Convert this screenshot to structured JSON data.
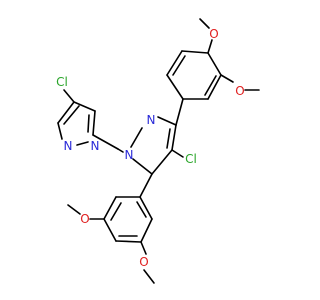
{
  "molecule": {
    "atoms": {
      "cl_pyrazole_left": "Cl",
      "n_left_ring": "N",
      "n_left_attach": "N",
      "n_central_1": "N",
      "n_central_2": "N",
      "cl_central": "Cl",
      "o_top_a": "O",
      "o_top_b": "O",
      "o_bottom_a": "O",
      "o_bottom_b": "O"
    }
  },
  "colors": {
    "bond": "#000000",
    "chlorine": "#2aa52a",
    "nitrogen": "#2a2ad8",
    "oxygen": "#e02020"
  }
}
